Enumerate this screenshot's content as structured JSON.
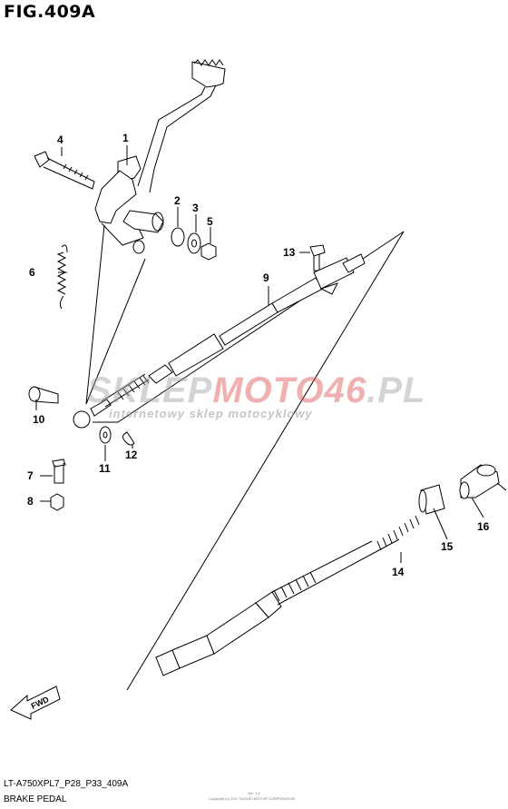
{
  "header": {
    "title": "FIG.409A"
  },
  "footer": {
    "code": "LT-A750XPL7_P28_P33_409A",
    "name": "BRAKE PEDAL"
  },
  "copyright": {
    "line1": "Copyright (c) 2017 SUZUKI MOTOR CORPORATION",
    "line2": "Ver. 1.0"
  },
  "watermark": {
    "brand_a": "SKLEP",
    "brand_b": "MOTO46",
    "brand_c": ".PL",
    "tagline": "internetowy sklep motocyklowy"
  },
  "direction": {
    "label": "FWD"
  },
  "callouts": {
    "c1": "1",
    "c2": "2",
    "c3": "3",
    "c4": "4",
    "c5": "5",
    "c6": "6",
    "c7": "7",
    "c8": "8",
    "c9": "9",
    "c10": "10",
    "c11": "11",
    "c12": "12",
    "c13": "13",
    "c14": "14",
    "c15": "15",
    "c16": "16"
  }
}
